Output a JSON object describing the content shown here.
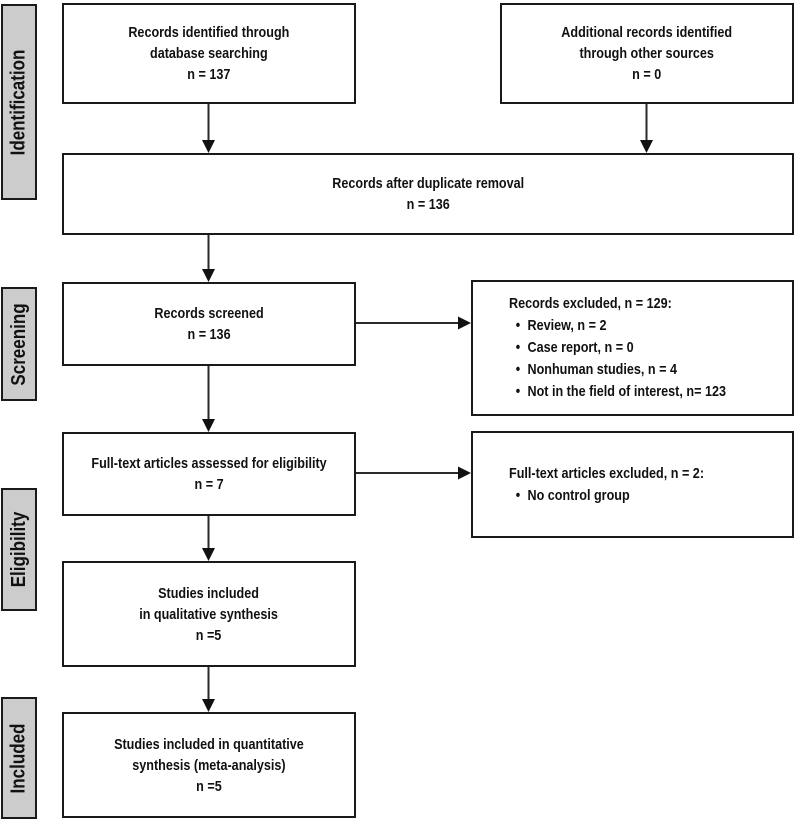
{
  "sidebar": {
    "identification": "Identification",
    "screening": "Screening",
    "eligibility": "Eligibility",
    "included": "Included"
  },
  "boxes": {
    "identified_db": "Records identified through\ndatabase searching\nn = 137",
    "identified_other": "Additional records identified\nthrough other sources\nn = 0",
    "after_duplicates": "Records after duplicate removal\nn = 136",
    "screened": "Records screened\nn = 136",
    "records_excluded": {
      "title": "Records excluded, n = 129:",
      "items": [
        "Review, n = 2",
        "Case report, n = 0",
        "Nonhuman studies, n = 4",
        "Not in the field of interest, n= 123"
      ]
    },
    "fulltext_assessed": "Full-text articles assessed for eligibility\nn = 7",
    "fulltext_excluded": {
      "title": "Full-text articles excluded, n = 2:",
      "items": [
        "No control group"
      ]
    },
    "qualitative": "Studies included\nin qualitative synthesis\nn =5",
    "quantitative": "Studies included in quantitative\nsynthesis (meta-analysis)\nn =5"
  },
  "colors": {
    "background": "#ffffff",
    "box_border": "#1a1a1a",
    "sidebar_fill": "#cccccc",
    "text": "#111111",
    "arrow": "#111111"
  }
}
